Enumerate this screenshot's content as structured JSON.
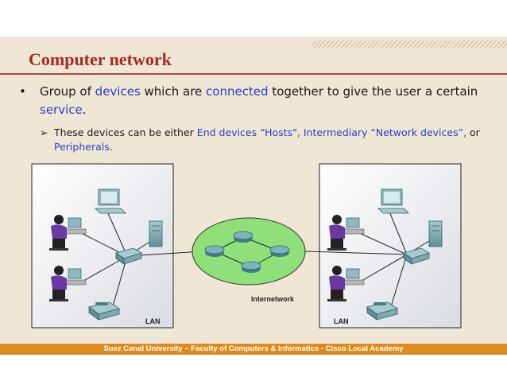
{
  "slide": {
    "title": "Computer network",
    "bullet": {
      "marker": "•",
      "pre1": "Group of ",
      "hl1": "devices",
      "mid1": " which are ",
      "hl2": "connected",
      "post1": " together to give the user a certain ",
      "hl3": "service",
      "end": "."
    },
    "sub_bullet": {
      "marker": "➢",
      "pre": "These devices can be either ",
      "hl1": "End devices “Hosts\", Intermediary “Network devices”,",
      "mid": " or ",
      "hl2": "Peripherals",
      "end": "."
    },
    "diagram": {
      "lan_left": "LAN",
      "lan_right": "LAN",
      "internetwork": "Internetwork"
    },
    "footer": "Suez Canal University – Faculty of Computers & Informatics - Cisco Local Academy"
  },
  "colors": {
    "title": "#a52a22",
    "highlight": "#2b3fc2",
    "background": "#efe6d6",
    "footer": "#dc8c1e",
    "internetwork_cloud": "#8fe07a"
  }
}
